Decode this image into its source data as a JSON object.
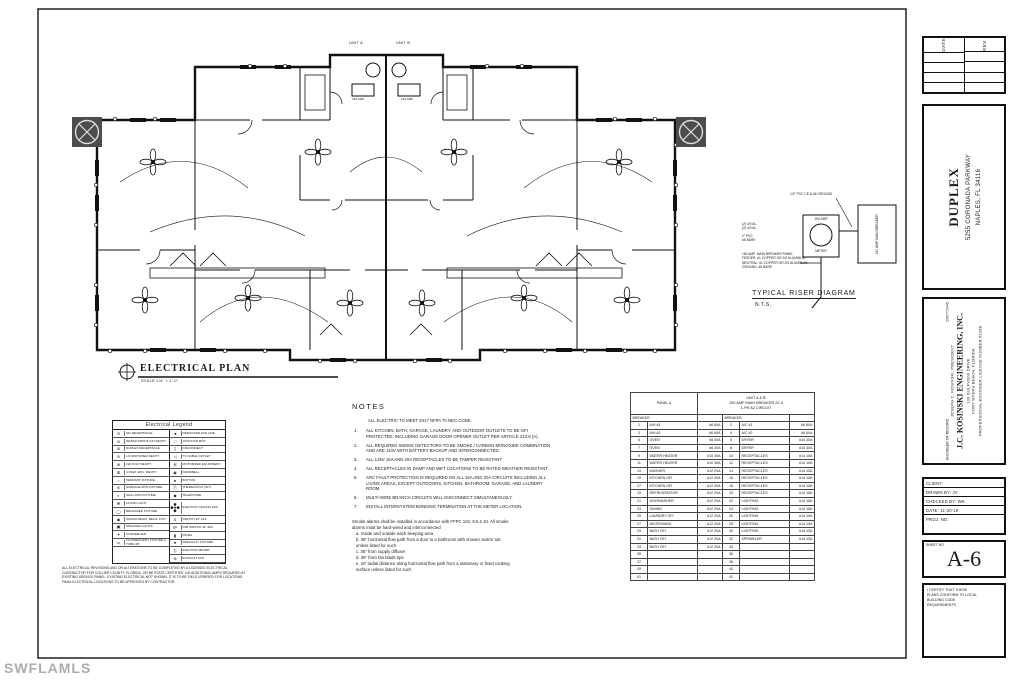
{
  "watermark": "SWFLAMLS",
  "plan": {
    "title": "ELECTRICAL PLAN",
    "scale": "SCALE 1/4\" = 1'-0\"",
    "unit_a": "UNIT A",
    "unit_b": "UNIT B",
    "panel_label": "150 AMP"
  },
  "notes": {
    "title": "NOTES",
    "intro": "ALL ELECTRIC TO MEET 2017 NFPA 70 NEC CODE.",
    "items": [
      "ALL KITCHEN, BATH, GARAGE, LAUNDRY, AND OUTDOOR OUTLETS TO BE GFI PROTECTED. INCLUDING GARAGE DOOR OPENER OUTLET PER ARTICLE 210.8 (A).",
      "ALL REQUIRED SMOKE DETECTORS TO BE SMOKE / CARBON MONOXIDE COMBINATION AND ARE 110V WITH BATTERY BACKUP AND INTERCONNECTED.",
      "ALL 125V 15A AND 20A RECEPTACLES TO BE TAMPER RESISTANT",
      "ALL RECEPTACLES IN DAMP AND WET LOCATIONS TO BE RATED WEATHER RESISTANT.",
      "ARC FAULT PROTECTION IS REQUIRED ON ALL 15A AND 20A CIRCUITS INCLUDING ALL LIVING AREAS, EXCEPT OUTDOORS, KITCHEN, BATHROOM, GARAGE, AND LAUNDRY ROOM",
      "MULTI-WIRE BRANCH CIRCUITS WILL DISCONNECT SIMULTANEOUSLY.",
      "INSTALL INTERSYSTEM BONDING TERMINATION AT THE METER LOCATION."
    ],
    "smoke_intro": "Smoke alarms shall be installed in accordance with FFPC 101: 9.6.2.10.  All smoke alarms must be hard-wired and interconnected",
    "smoke_items": [
      "a. Inside and outside each sleeping area",
      "b. 36\" horizontal flow path from a door to a bathroom with shower and/or tub unless listed for such",
      "c. 36\" from supply diffuser",
      "d. 36\" from fan blade tips",
      "e. 10' radial distance along horizontal flow path from a stationary or fixed cooking surface unless listed for such"
    ]
  },
  "legend": {
    "title": "Electrical Legend",
    "left": [
      {
        "sym": "⊖",
        "label": "GFI RECEPTACLE"
      },
      {
        "sym": "⊘",
        "label": "WATER PROOF GFI RECPT."
      },
      {
        "sym": "⊜",
        "label": "DUPLEX RECEPTACLE"
      },
      {
        "sym": "⊖",
        "label": "1/2 SWITCHED RECPT."
      },
      {
        "sym": "⊗",
        "label": "220 VOLT RECPT."
      },
      {
        "sym": "⊞",
        "label": "4 PLEX 110V. RECPT."
      },
      {
        "sym": "○",
        "label": "PENDANT FIXTURE"
      },
      {
        "sym": "◎",
        "label": "SURFACE MTD FIXTURE"
      },
      {
        "sym": "◐",
        "label": "WALL MTD FIXTURE"
      },
      {
        "sym": "❋",
        "label": "FLOOD LIGHT"
      },
      {
        "sym": "◯",
        "label": "RECESSED FIXTURE"
      },
      {
        "sym": "◉",
        "label": "WATER RESIS. RECS. FIXT."
      },
      {
        "sym": "▣",
        "label": "SPEAKER LIGHTS"
      },
      {
        "sym": "✶",
        "label": "CHANDELIER"
      },
      {
        "sym": "▭",
        "label": "FLUORESCENT FIXTURE 2 TUBE 48\""
      }
    ],
    "right": [
      {
        "sym": "◄",
        "label": "DEDICATED FAN LINE"
      },
      {
        "sym": "□",
        "label": "JUNCTION BOX"
      },
      {
        "sym": "▯",
        "label": "DISCONNECT"
      },
      {
        "sym": "◁",
        "label": "TV CABLE OUTLET"
      },
      {
        "sym": "Ⓜ",
        "label": "MOTORIZED EQUIPMENT"
      },
      {
        "sym": "◉",
        "label": "DOORBELL"
      },
      {
        "sym": "●",
        "label": "BUTTON"
      },
      {
        "sym": "Ⓣ",
        "label": "THERMOSTAT (WT)"
      },
      {
        "sym": "◆",
        "label": "TELEPHONE"
      },
      {
        "sym": "✣",
        "label": "ELECTRIC CEILING FAN",
        "tall": true
      },
      {
        "sym": "S",
        "label": "SWITCH 42\" AFF"
      },
      {
        "sym": "Sᴰ",
        "label": "DIM SWITCH 42\" AFF"
      },
      {
        "sym": "▮",
        "label": "PANEL"
      },
      {
        "sym": "★",
        "label": "SPECIALTY FIXTURE"
      },
      {
        "sym": "Ⓔ",
        "label": "ELECTRIC METER"
      },
      {
        "sym": "⊛",
        "label": "EXHAUST FAN"
      }
    ],
    "footnote": "ALL ELECTRICAL REVISIONS AND OR ALTERATIONS TO BE COMPLETED BY A LICENSED ELECTRICAL CONTRACTOR FOR COLLIER COUNTY, FLORIDA, OR BE STATE CERTIFIED. NO ADDITIONAL AMPS REQUIRED AT EXISTING SERVICE PANEL. EXISTING ELECTRICAL NOT SHOWN. IT IS TO BE FIELD VERIFIED FOR LOCATIONS. FINAL ELECTRICAL LOCATIONS TO BE APPROVED BY CONTRACTOR."
  },
  "panel_schedule": {
    "panel": "PANEL A",
    "header": [
      "UNIT A & B",
      "150 AMP MAIN BREAKER 22-4",
      "1-PH A2 CIRCUIT"
    ],
    "breaker_label": "BREAKER",
    "rows": [
      [
        "1",
        "A/H #1",
        "#6 60A",
        "2",
        "A/C #1",
        "#6 60A"
      ],
      [
        "3",
        "A/H #2",
        "#6 60A",
        "4",
        "A/C #2",
        "#6 60A"
      ],
      [
        "5",
        "OVEN",
        "#8 30A",
        "6",
        "DRYER",
        "#10 30A"
      ],
      [
        "7",
        "OVEN",
        "#8 30A",
        "8",
        "DRYER",
        "#10 30A"
      ],
      [
        "9",
        "WATER HEATER",
        "#10 30A",
        "10",
        "RECEPTACLES",
        "#14 15A"
      ],
      [
        "11",
        "WATER HEATER",
        "#10 30A",
        "12",
        "RECEPTACLES",
        "#14 15A"
      ],
      [
        "13",
        "WASHER",
        "#12 20A",
        "14",
        "RECEPTACLES",
        "#14 15A"
      ],
      [
        "15",
        "KITCHEN GFI",
        "#12 20A",
        "16",
        "RECEPTACLES",
        "#14 15A"
      ],
      [
        "17",
        "KITCHEN GFI",
        "#12 20A",
        "18",
        "RECEPTACLES",
        "#14 15A"
      ],
      [
        "19",
        "REFRIGERATOR",
        "#12 20A",
        "20",
        "RECEPTACLES",
        "#14 15A"
      ],
      [
        "21",
        "DISHWASHER",
        "#12 20A",
        "22",
        "LIGHTING",
        "#14 15A"
      ],
      [
        "23",
        "DINING",
        "#12 20A",
        "24",
        "LIGHTING",
        "#14 15A"
      ],
      [
        "25",
        "LAUNDRY GFI",
        "#12 20A",
        "26",
        "LIGHTING",
        "#14 15A"
      ],
      [
        "27",
        "MICROWAVE",
        "#12 20A",
        "28",
        "LIGHTING",
        "#14 15A"
      ],
      [
        "29",
        "BATH GFI",
        "#12 20A",
        "30",
        "LIGHTING",
        "#14 15A"
      ],
      [
        "31",
        "BATH GFI",
        "#12 20A",
        "32",
        "SPRINKLER",
        "#14 15A"
      ],
      [
        "33",
        "BATH GFI",
        "#12 20A",
        "34",
        "",
        ""
      ],
      [
        "35",
        "",
        "",
        "36",
        "",
        ""
      ],
      [
        "37",
        "",
        "",
        "38",
        "",
        ""
      ],
      [
        "39",
        "",
        "",
        "40",
        "",
        ""
      ],
      [
        "41",
        "",
        "",
        "42",
        "",
        ""
      ]
    ]
  },
  "riser": {
    "ground_label": "1/2\" PVC CE & #6 GROUND",
    "meter_amp": "150 AMP",
    "meter_label": "METER",
    "breaker_label": "150 AMP MAIN BREAKER",
    "feeders": [
      "(2) 4/0 AL.",
      "(2) 4/0 AL.",
      "2\" PVC",
      "#6 BARE"
    ],
    "panel_note": [
      "150 AMP. MAIN BREAKER PANEL",
      "FEEDER: #1 COPPER OR 2/0 ALUMINUM",
      "NEUTRAL: #1 COPPER OR 2/0 ALUMINUM",
      "GROUND: #6 BARE"
    ],
    "title": "TYPICAL RISER DIAGRAM",
    "nts": "N.T.S."
  },
  "titleblock": {
    "date_label": "DATE",
    "rev_label": "REV.",
    "project": {
      "name": "DUPLEX",
      "address1": "5255 CORONADA PARKWAY",
      "address2": "NAPLES, FL 34116"
    },
    "engineer": {
      "record": "ENGINEER OF RECORD",
      "phone": "2397771445",
      "president": "JOSEPH C. KOSINSKI, PRESIDENT",
      "firm": "J.C. KOSINSKI ENGINEERING, INC.",
      "address1": "133 GULFVIEW DRIVE",
      "address2": "FORT MYERS BEACH, FLORIDA",
      "license": "PROFESSIONAL ENGINEER LICENSE NUMBER 52288"
    },
    "info": {
      "client": "CLIENT:",
      "drawn": "DRAWN BY: JV",
      "checked": "CHECKED BY: WK",
      "date": "DATE: 11-20-19",
      "proj": "PROJ. NO."
    },
    "sheet_label": "SHEET NO.",
    "sheet": "A-6",
    "cert": "I CERTIFY THAT THESE PLANS CONFORM TO LOCAL BUILDING CODE REQUIREMENTS"
  }
}
